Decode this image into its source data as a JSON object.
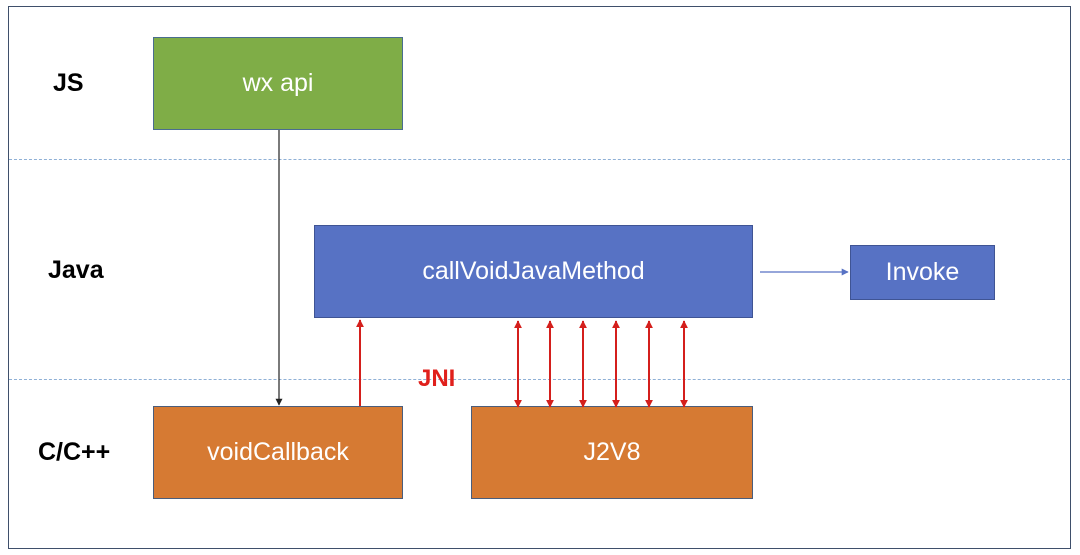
{
  "layers": {
    "js": "JS",
    "java": "Java",
    "native": "C/C++"
  },
  "boxes": {
    "wx_api": "wx api",
    "call_void_java_method": "callVoidJavaMethod",
    "invoke": "Invoke",
    "void_callback": "voidCallback",
    "j2v8": "J2V8"
  },
  "jni_label": "JNI",
  "colors": {
    "js_box": "#7fad47",
    "java_box": "#5772c4",
    "native_box": "#d67a33",
    "jni_arrow": "#d41f1c",
    "divider": "#8fb0d6",
    "frame": "#3f4f6b"
  }
}
